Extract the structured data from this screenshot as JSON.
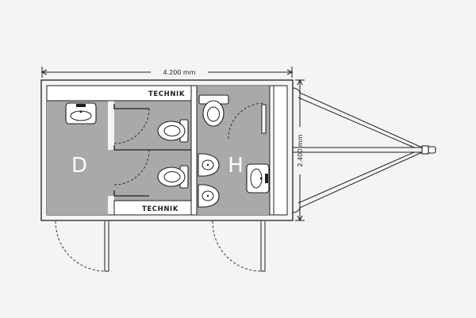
{
  "dimensions": {
    "width_label": "4.200 mm",
    "depth_label": "2.400 mm"
  },
  "rooms": {
    "technik_top": "TECHNIK",
    "technik_bottom": "TECHNIK",
    "women_letter": "D",
    "men_letter": "H"
  },
  "colors": {
    "floor": "#a9a9a9",
    "line": "#1e1e1e",
    "background": "#f4f4f4"
  }
}
